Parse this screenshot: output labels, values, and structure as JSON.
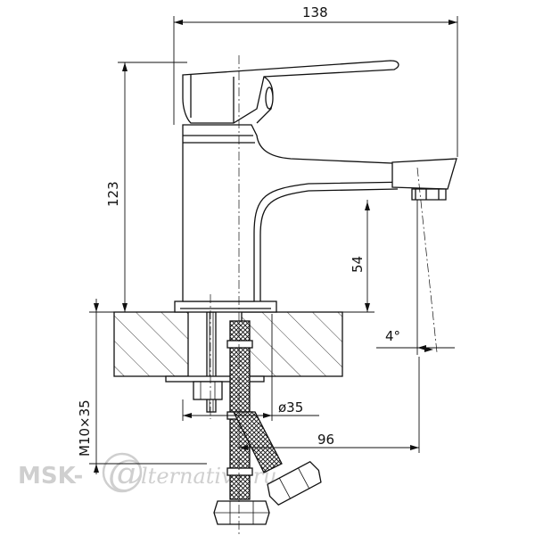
{
  "dimensions": {
    "overall_width": "138",
    "height": "123",
    "spout_clearance": "54",
    "spout_angle": "4°",
    "base_diameter": "ø35",
    "mounting_thread": "M10×35",
    "projection": "96"
  },
  "watermark": {
    "brand": "MSK-",
    "at_symbol": "@",
    "script": "lternativa.ru"
  }
}
